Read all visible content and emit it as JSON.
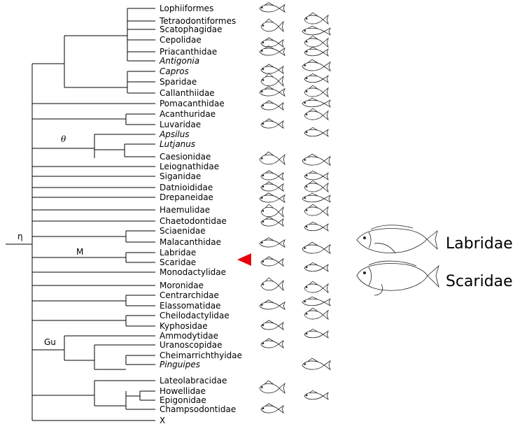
{
  "taxa": [
    {
      "name": "Lophiiformes",
      "italic": false
    },
    {
      "name": "Tetraodontiformes",
      "italic": false
    },
    {
      "name": "Scatophagidae",
      "italic": false
    },
    {
      "name": "Cepolidae",
      "italic": false
    },
    {
      "name": "Priacanthidae",
      "italic": false
    },
    {
      "name": "Antigonia",
      "italic": true
    },
    {
      "name": "Capros",
      "italic": true
    },
    {
      "name": "Sparidae",
      "italic": false
    },
    {
      "name": "Callanthiidae",
      "italic": false
    },
    {
      "name": "Pomacanthidae",
      "italic": false
    },
    {
      "name": "Acanthuridae",
      "italic": false
    },
    {
      "name": "Luvaridae",
      "italic": false
    },
    {
      "name": "Apsilus",
      "italic": true
    },
    {
      "name": "Lutjanus",
      "italic": true
    },
    {
      "name": "Caesionidae",
      "italic": false
    },
    {
      "name": "Leiognathidae",
      "italic": false
    },
    {
      "name": "Siganidae",
      "italic": false
    },
    {
      "name": "Datnioididae",
      "italic": false
    },
    {
      "name": "Drepaneidae",
      "italic": false
    },
    {
      "name": "Haemulidae",
      "italic": false
    },
    {
      "name": "Chaetodontidae",
      "italic": false
    },
    {
      "name": "Sciaenidae",
      "italic": false
    },
    {
      "name": "Malacanthidae",
      "italic": false
    },
    {
      "name": "Labridae",
      "italic": false
    },
    {
      "name": "Scaridae",
      "italic": false
    },
    {
      "name": "Monodactylidae",
      "italic": false
    },
    {
      "name": "Moronidae",
      "italic": false
    },
    {
      "name": "Centrarchidae",
      "italic": false
    },
    {
      "name": "Elassomatidae",
      "italic": false
    },
    {
      "name": "Cheilodactylidae",
      "italic": false
    },
    {
      "name": "Kyphosidae",
      "italic": false
    },
    {
      "name": "Ammodytidae",
      "italic": false
    },
    {
      "name": "Uranoscopidae",
      "italic": false
    },
    {
      "name": "Cheimarrichthyidae",
      "italic": false
    },
    {
      "name": "Pinguipes",
      "italic": true
    },
    {
      "name": "Lateolabracidae",
      "italic": false
    },
    {
      "name": "Howellidae",
      "italic": false
    },
    {
      "name": "Epigonidae",
      "italic": false
    },
    {
      "name": "Champsodontidae",
      "italic": false
    },
    {
      "name": "X",
      "italic": false
    }
  ],
  "node_labels": {
    "root": "η",
    "lutjanid_clade": "θ",
    "labrid_clade": "M",
    "gu_clade": "Gu"
  },
  "highlight": {
    "pointer_target": "Scaridae",
    "pointer_color": "#e8000b"
  },
  "featured_fish": [
    {
      "name": "Labridae",
      "icon": "wrasse-fish-icon"
    },
    {
      "name": "Scaridae",
      "icon": "parrotfish-icon"
    }
  ]
}
